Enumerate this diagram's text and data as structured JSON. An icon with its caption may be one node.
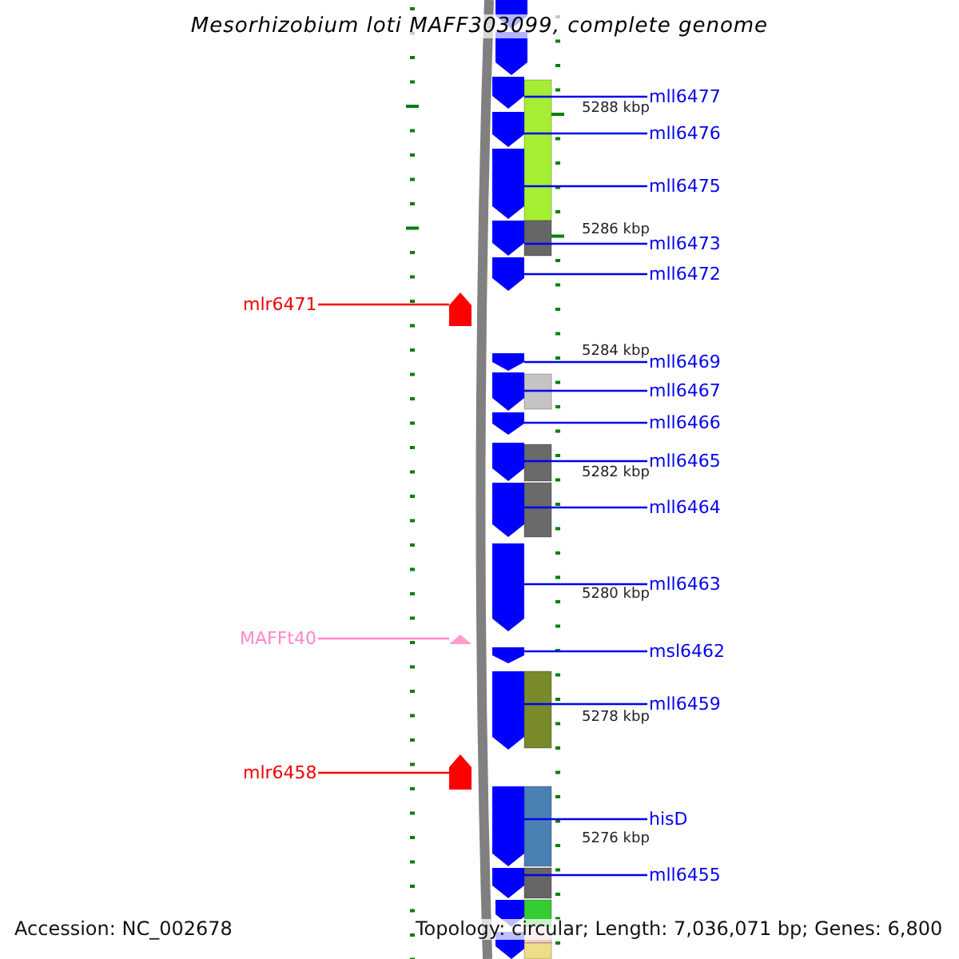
{
  "diagram": {
    "title": "Mesorhizobium loti MAFF303099, complete genome",
    "nodes": [
      {
        "text": [
          "mll6477"
        ]
      },
      {
        "text": [],
        "shape": "arrow"
      },
      {
        "text": [
          "mll6476"
        ]
      },
      {
        "text": [],
        "shape": "arrow"
      },
      {
        "text": [
          "mll6475"
        ]
      },
      {
        "text": [],
        "shape": "arrow"
      },
      {
        "text": [
          "mll6473"
        ]
      },
      {
        "text": [],
        "shape": "arrow"
      },
      {
        "text": [
          "mll6472"
        ]
      },
      {
        "text": [],
        "shape": "arrow"
      },
      {
        "text": [
          "mlr6471"
        ]
      },
      {
        "text": [],
        "shape": "arrow"
      },
      {
        "text": [
          "mll6469"
        ]
      },
      {
        "text": [],
        "shape": "arrow"
      },
      {
        "text": [
          "mll6467"
        ]
      },
      {
        "text": [],
        "shape": "arrow"
      },
      {
        "text": [
          "mll6466"
        ]
      },
      {
        "text": [],
        "shape": "arrow"
      },
      {
        "text": [
          "mll6465"
        ]
      },
      {
        "text": [],
        "shape": "arrow"
      },
      {
        "text": [
          "mll6464"
        ]
      },
      {
        "text": [],
        "shape": "arrow"
      },
      {
        "text": [
          "mll6463"
        ]
      },
      {
        "text": [],
        "shape": "arrow"
      },
      {
        "text": [
          "MAFFt40"
        ]
      },
      {
        "text": [],
        "shape": "triangle"
      },
      {
        "text": [
          "msl6462"
        ]
      },
      {
        "text": [],
        "shape": "arrow"
      },
      {
        "text": [
          "mll6459"
        ]
      },
      {
        "text": [],
        "shape": "arrow"
      },
      {
        "text": [
          "mlr6458"
        ]
      },
      {
        "text": [],
        "shape": "arrow"
      },
      {
        "text": [
          "hisD"
        ]
      },
      {
        "text": [],
        "shape": "arrow"
      },
      {
        "text": [
          "mll6455"
        ]
      },
      {
        "text": [],
        "shape": "arrow"
      }
    ],
    "edges": [
      {
        "from": 0,
        "to": 1,
        "arrow": "none"
      },
      {
        "from": 2,
        "to": 3,
        "arrow": "none"
      },
      {
        "from": 4,
        "to": 5,
        "arrow": "none"
      },
      {
        "from": 6,
        "to": 7,
        "arrow": "none"
      },
      {
        "from": 8,
        "to": 9,
        "arrow": "none"
      },
      {
        "from": 10,
        "to": 11,
        "arrow": "none",
        "color": "#ff0000"
      },
      {
        "from": 12,
        "to": 13,
        "arrow": "none"
      },
      {
        "from": 14,
        "to": 15,
        "arrow": "none"
      },
      {
        "from": 16,
        "to": 17,
        "arrow": "none"
      },
      {
        "from": 18,
        "to": 19,
        "arrow": "none"
      },
      {
        "from": 20,
        "to": 21,
        "arrow": "none"
      },
      {
        "from": 22,
        "to": 23,
        "arrow": "none"
      },
      {
        "from": 24,
        "to": 25,
        "arrow": "none",
        "color": "#ff88c8"
      },
      {
        "from": 26,
        "to": 27,
        "arrow": "none"
      },
      {
        "from": 28,
        "to": 29,
        "arrow": "none"
      },
      {
        "from": 30,
        "to": 31,
        "arrow": "none",
        "color": "#ff0000"
      },
      {
        "from": 32,
        "to": 33,
        "arrow": "none"
      },
      {
        "from": 34,
        "to": 35,
        "arrow": "none"
      }
    ],
    "labels": [
      "5288 kbp",
      "5286 kbp",
      "5284 kbp",
      "5282 kbp",
      "5280 kbp",
      "5278 kbp",
      "5276 kbp",
      "Accession: NC_002678",
      "Topology: circular; Length: 7,036,071 bp; Genes: 6,800"
    ]
  }
}
